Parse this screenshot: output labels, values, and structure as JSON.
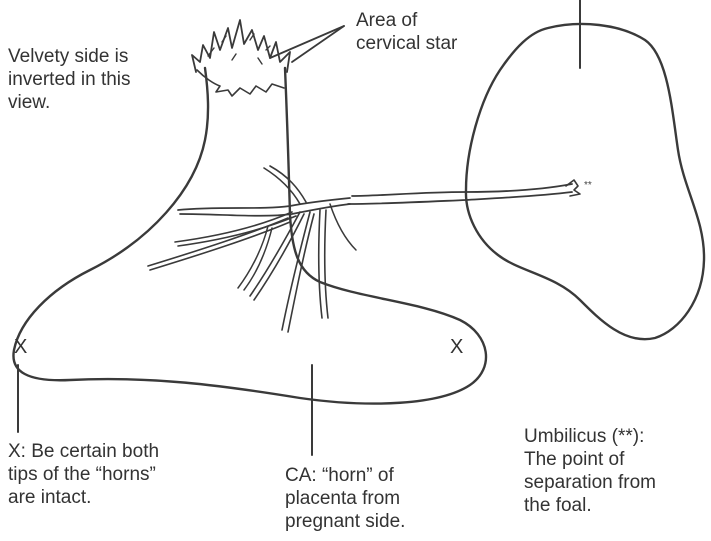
{
  "labels": {
    "velvety_side": [
      "Velvety side is",
      "inverted in this",
      "view."
    ],
    "cervical_star": [
      "Area of",
      "cervical star"
    ],
    "x_note": [
      "X: Be certain both",
      "tips of the “horns”",
      "are intact."
    ],
    "ca_note": [
      "CA: “horn” of",
      "placenta from",
      "pregnant side."
    ],
    "umbilicus_note": [
      "Umbilicus (**):",
      "The point of",
      "separation from",
      "the foal."
    ]
  },
  "markers": {
    "x_left": "X",
    "x_right": "X",
    "umbilicus_stars": "**"
  }
}
